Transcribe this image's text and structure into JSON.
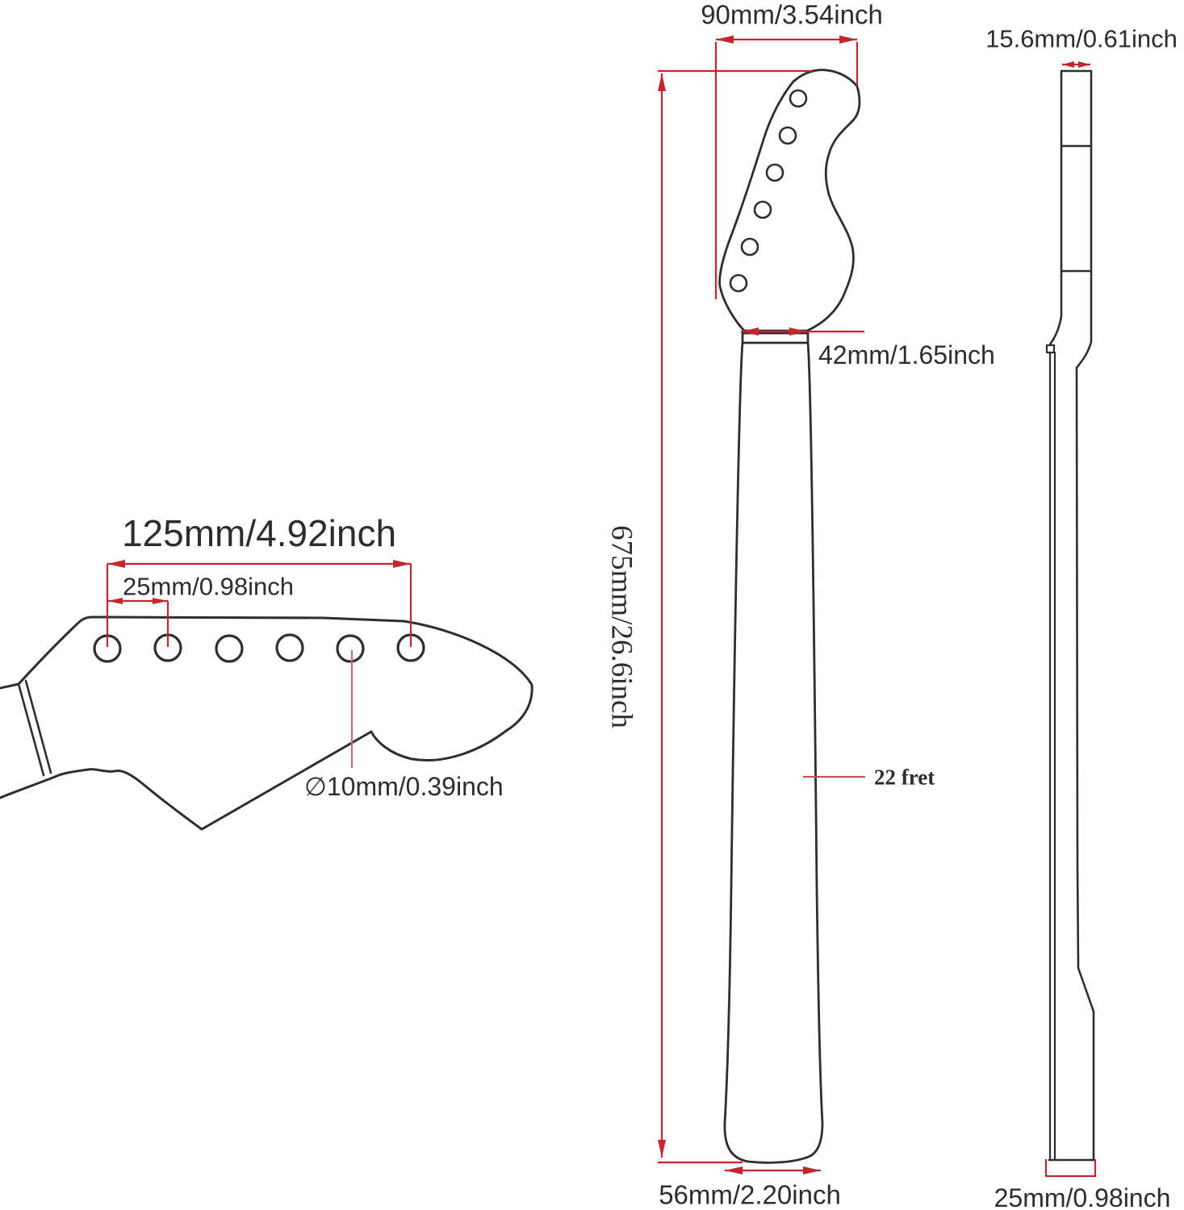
{
  "diagram_title": "Guitar neck dimensions drawing (three views)",
  "colors": {
    "outline": "#2e2e2e",
    "dimension_red": "#c1272d",
    "leader_red": "#d46a6a",
    "text": "#2d2d2d",
    "background": "#ffffff"
  },
  "headstock_front_view": {
    "width_label": "125mm/4.92inch",
    "hole_spacing_label": "25mm/0.98inch",
    "hole_diameter_label": "∅10mm/0.39inch",
    "tuner_hole_count": 6
  },
  "neck_front_view": {
    "headstock_width_label": "90mm/3.54inch",
    "nut_width_label": "42mm/1.65inch",
    "total_length_label": "675mm/26.6inch",
    "heel_width_label": "56mm/2.20inch",
    "fret_label": "22 fret",
    "tuner_hole_count": 6
  },
  "neck_side_view": {
    "headstock_thickness_label": "15.6mm/0.61inch",
    "heel_thickness_label": "25mm/0.98inch"
  }
}
